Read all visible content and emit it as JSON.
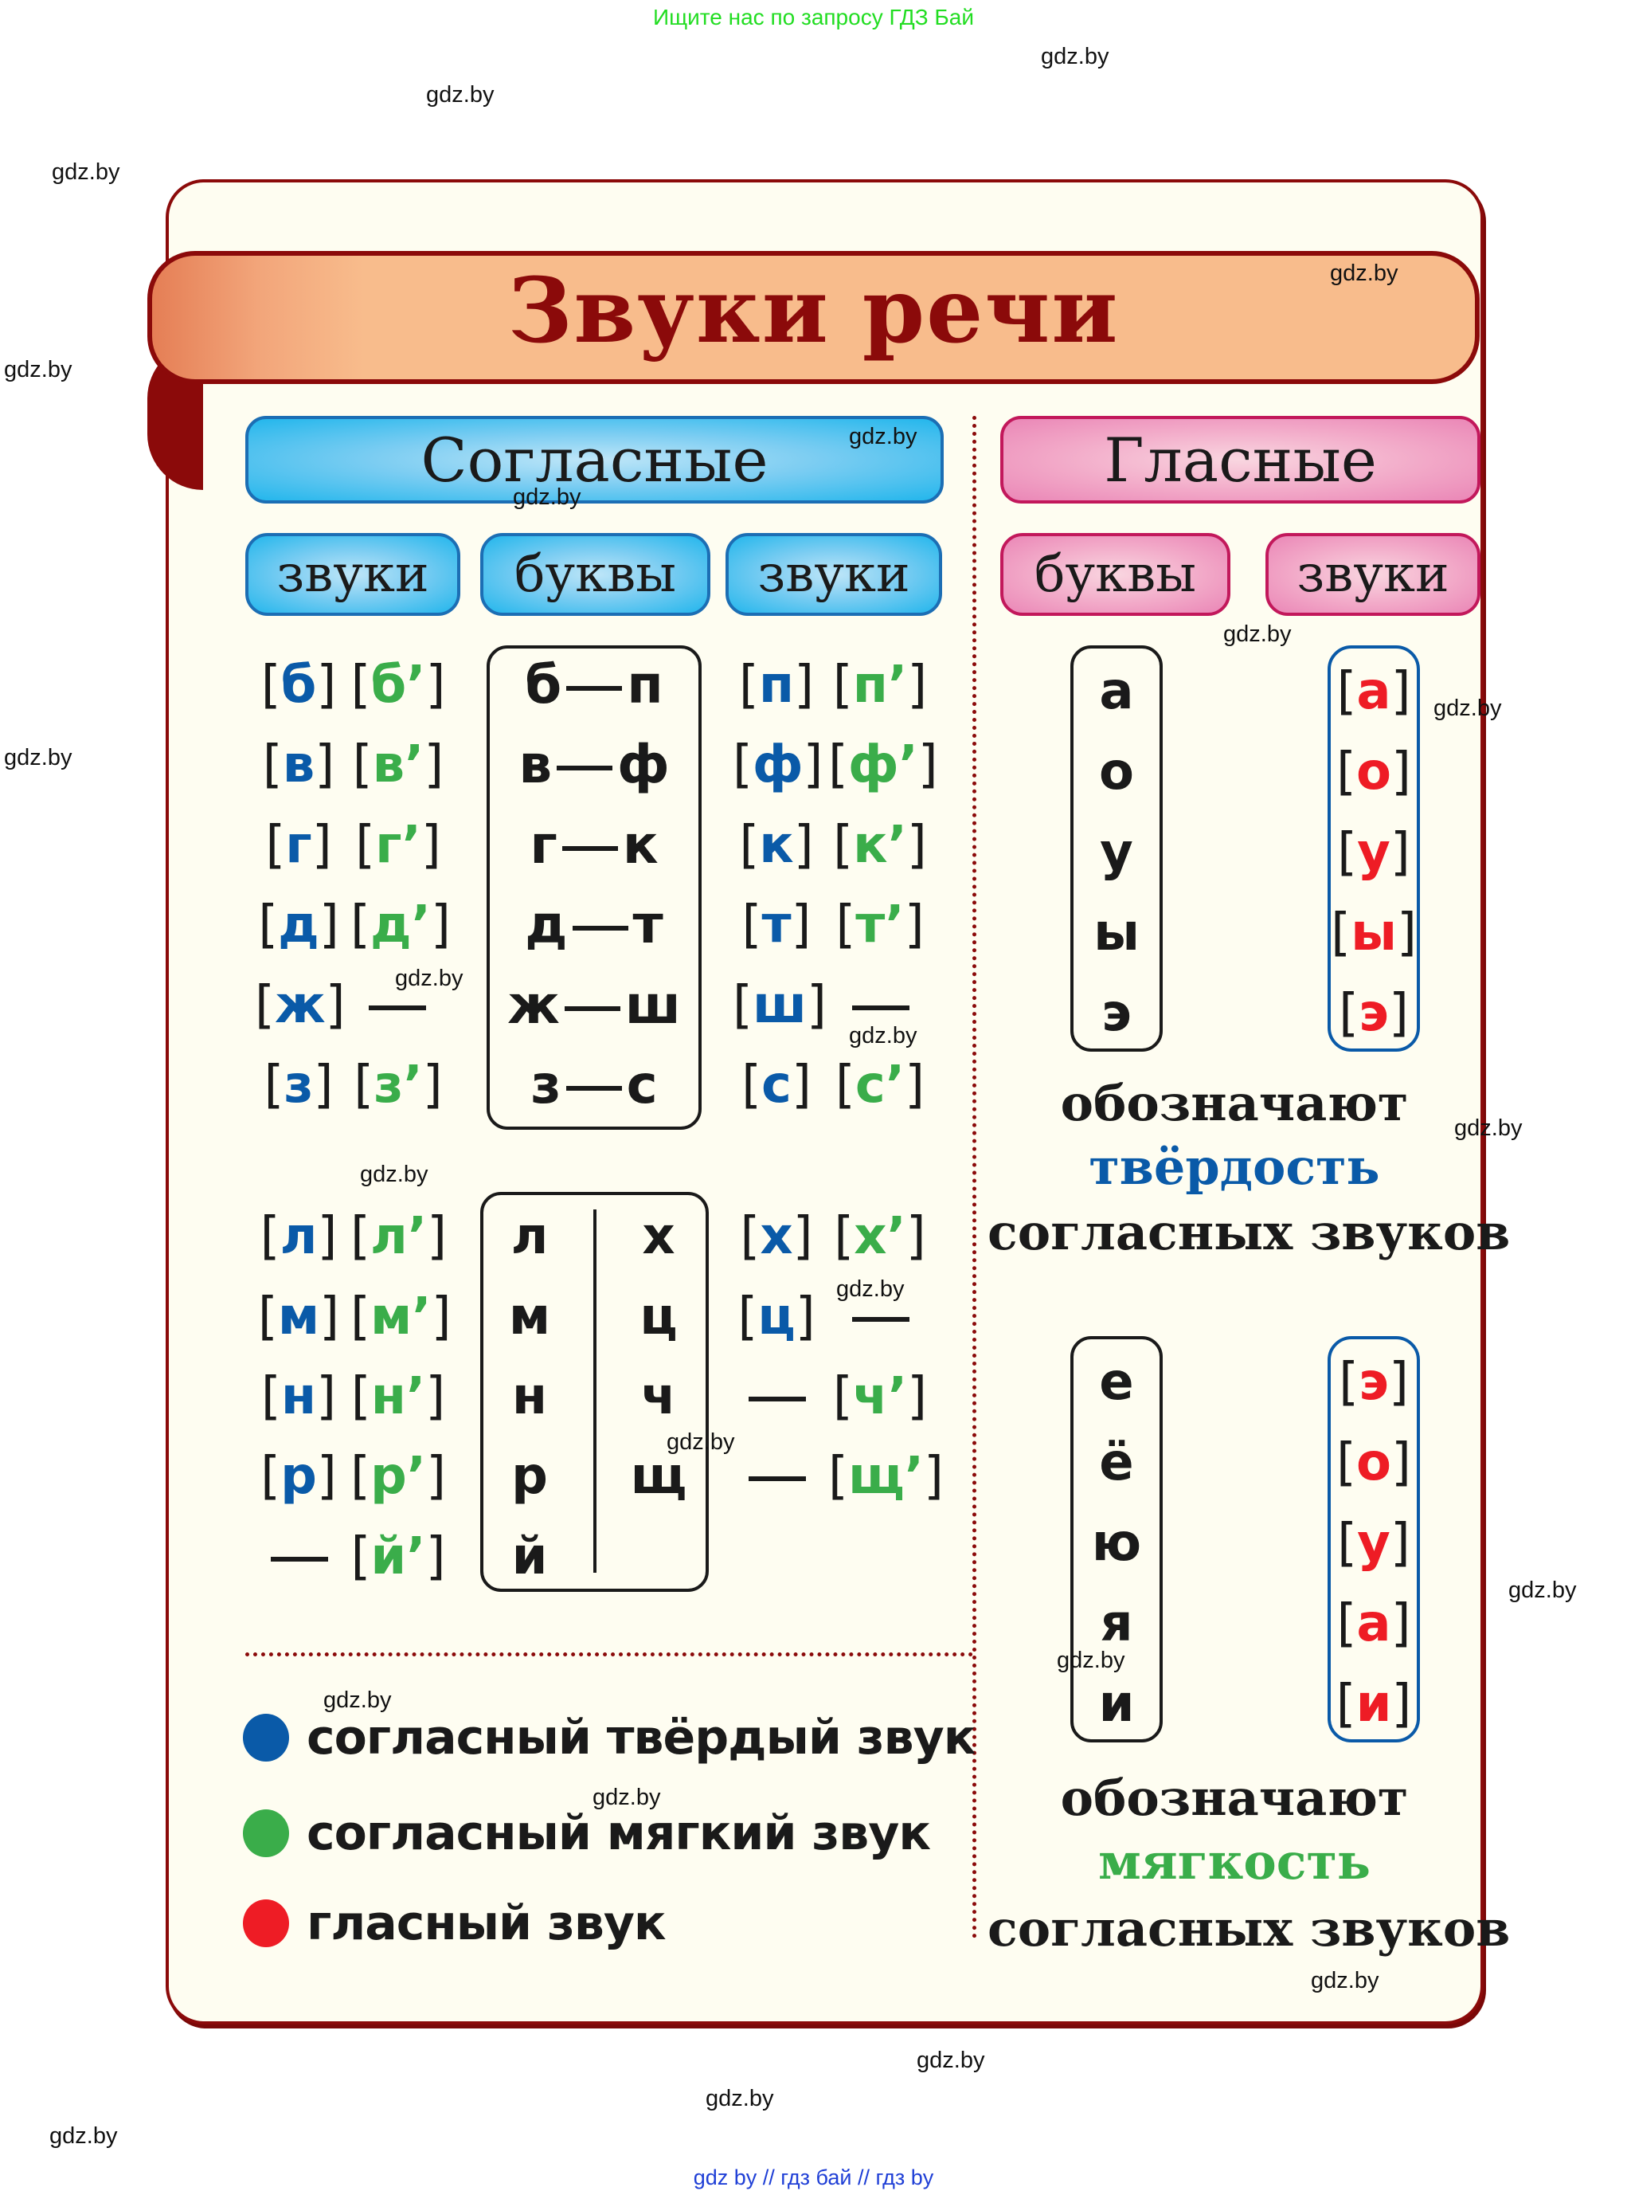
{
  "top_note": "Ищите нас по запросу ГДЗ Бай",
  "bottom_note": "gdz by  //  гдз бай  //  гдз by",
  "watermark": "gdz.by",
  "title": "Звуки речи",
  "colors": {
    "hard_consonant": "#0a5aa8",
    "soft_consonant": "#3aad4a",
    "vowel": "#ee1c25",
    "frame": "#8b0a0a",
    "banner": "#f8bc8c"
  },
  "consonants": {
    "header": "Согласные",
    "col_headers": [
      "звуки",
      "буквы",
      "звуки"
    ],
    "paired_rows": [
      {
        "left_hard": "б",
        "left_soft": "б’",
        "letters": [
          "б",
          "п"
        ],
        "right_hard": "п",
        "right_soft": "п’"
      },
      {
        "left_hard": "в",
        "left_soft": "в’",
        "letters": [
          "в",
          "ф"
        ],
        "right_hard": "ф",
        "right_soft": "ф’"
      },
      {
        "left_hard": "г",
        "left_soft": "г’",
        "letters": [
          "г",
          "к"
        ],
        "right_hard": "к",
        "right_soft": "к’"
      },
      {
        "left_hard": "д",
        "left_soft": "д’",
        "letters": [
          "д",
          "т"
        ],
        "right_hard": "т",
        "right_soft": "т’"
      },
      {
        "left_hard": "ж",
        "left_soft": "—",
        "letters": [
          "ж",
          "ш"
        ],
        "right_hard": "ш",
        "right_soft": "—"
      },
      {
        "left_hard": "з",
        "left_soft": "з’",
        "letters": [
          "з",
          "с"
        ],
        "right_hard": "с",
        "right_soft": "с’"
      }
    ],
    "unpaired_rows": [
      {
        "left_hard": "л",
        "left_soft": "л’",
        "letter_left": "л",
        "letter_right": "х",
        "right_hard": "х",
        "right_soft": "х’"
      },
      {
        "left_hard": "м",
        "left_soft": "м’",
        "letter_left": "м",
        "letter_right": "ц",
        "right_hard": "ц",
        "right_soft": "—"
      },
      {
        "left_hard": "н",
        "left_soft": "н’",
        "letter_left": "н",
        "letter_right": "ч",
        "right_hard": "—",
        "right_soft": "ч’"
      },
      {
        "left_hard": "р",
        "left_soft": "р’",
        "letter_left": "р",
        "letter_right": "щ",
        "right_hard": "—",
        "right_soft": "щ’"
      },
      {
        "left_hard": "—",
        "left_soft": "й’",
        "letter_left": "й",
        "letter_right": "",
        "right_hard": "",
        "right_soft": ""
      }
    ]
  },
  "vowels": {
    "header": "Гласные",
    "col_headers": [
      "буквы",
      "звуки"
    ],
    "hard_group": {
      "letters": [
        "а",
        "о",
        "у",
        "ы",
        "э"
      ],
      "sounds": [
        "а",
        "о",
        "у",
        "ы",
        "э"
      ],
      "caption": [
        "обозначают",
        "твёрдость",
        "согласных звуков"
      ]
    },
    "soft_group": {
      "letters": [
        "е",
        "ё",
        "ю",
        "я",
        "и"
      ],
      "sounds": [
        "э",
        "о",
        "у",
        "а",
        "и"
      ],
      "caption": [
        "обозначают",
        "мягкость",
        "согласных звуков"
      ]
    }
  },
  "legend": [
    {
      "color": "#0a5aa8",
      "label": "согласный твёрдый звук"
    },
    {
      "color": "#3aad4a",
      "label": "согласный мягкий звук"
    },
    {
      "color": "#ee1c25",
      "label": "гласный звук"
    }
  ]
}
